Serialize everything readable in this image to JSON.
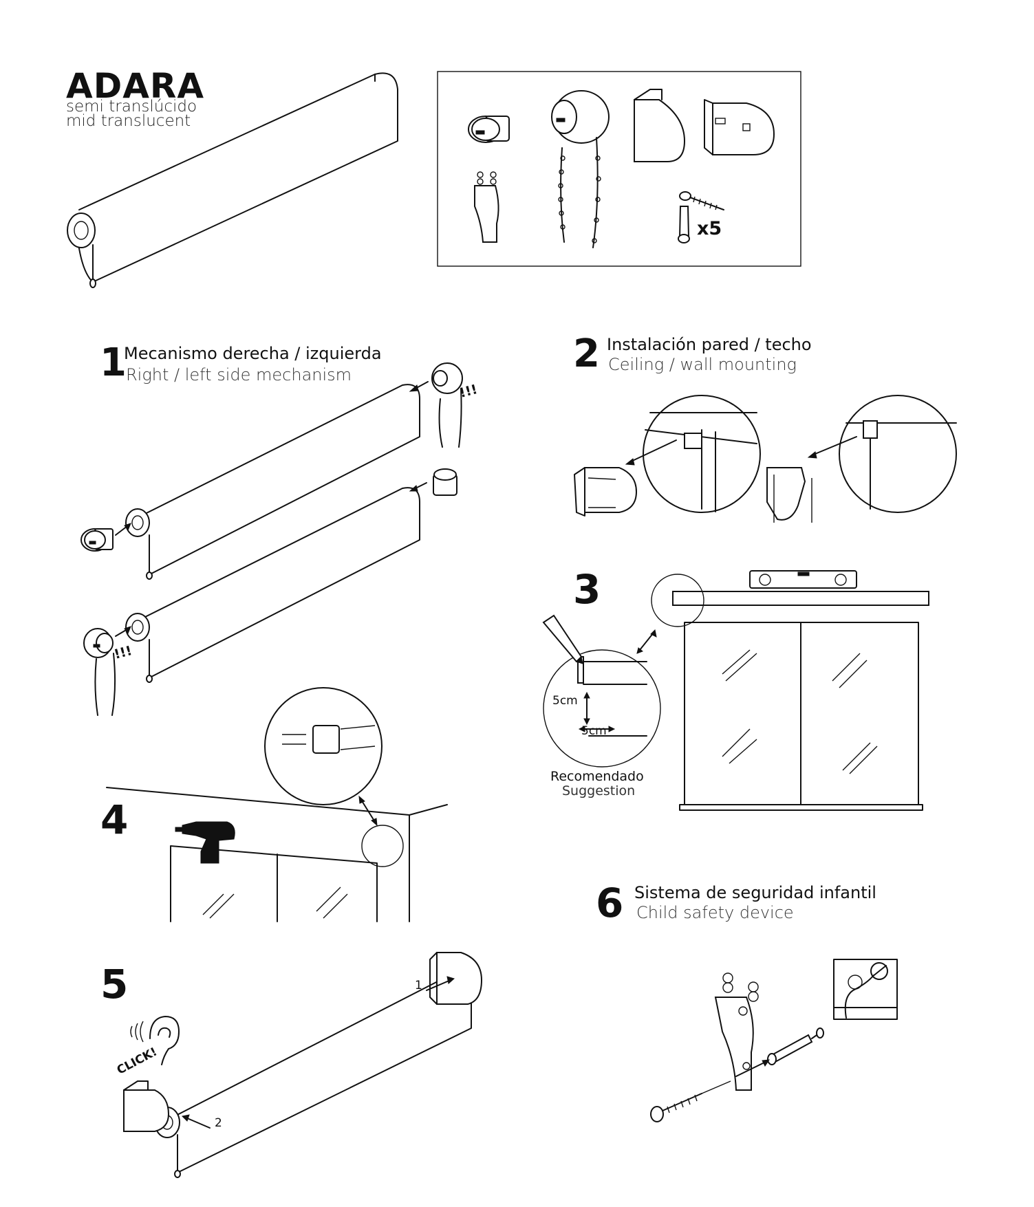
{
  "product": {
    "name": "ADARA",
    "subtitle_es": "semi translúcido",
    "subtitle_en": "mid translucent"
  },
  "kit": {
    "screw_quantity": "x5"
  },
  "steps": [
    {
      "number": "1",
      "title_es": "Mecanismo derecha / izquierda",
      "title_en": "Right / left side mechanism",
      "warning": "!!!"
    },
    {
      "number": "2",
      "title_es": "Instalación pared / techo",
      "title_en": "Ceiling / wall mounting"
    },
    {
      "number": "3",
      "dim_vertical": "5cm",
      "dim_horizontal": "5cm",
      "note_es": "Recomendado",
      "note_en": "Suggestion"
    },
    {
      "number": "4"
    },
    {
      "number": "5",
      "sound": "CLICK!",
      "order_first": "1",
      "order_second": "2"
    },
    {
      "number": "6",
      "title_es": "Sistema de seguridad infantil",
      "title_en": "Child safety device"
    }
  ],
  "icons": [
    "roller-blind-icon",
    "end-plug-icon",
    "chain-mechanism-icon",
    "bracket-icon",
    "safety-clip-icon",
    "screw-icon",
    "wall-plug-icon",
    "drill-icon",
    "spirit-level-icon",
    "pencil-icon",
    "ear-icon",
    "child-warning-icon"
  ]
}
